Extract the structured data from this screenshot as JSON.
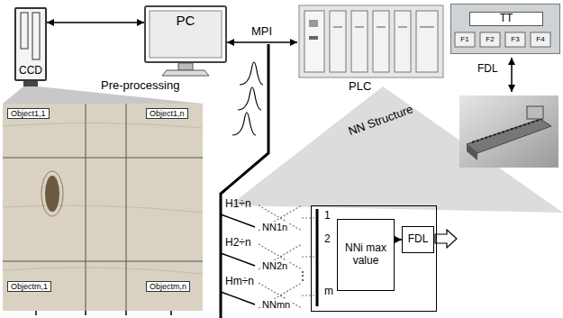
{
  "diagram": {
    "nodes": [
      {
        "text": [
          "CCD"
        ]
      },
      {
        "text": [
          "PC",
          "Pre-processing"
        ]
      },
      {
        "text": [
          "PLC"
        ]
      },
      {
        "text": [
          "TT"
        ]
      },
      {
        "text": [
          "1",
          "2",
          "m"
        ]
      },
      {
        "text": [
          "NNi max value"
        ],
        "in": 4
      },
      {
        "text": [
          "FDL"
        ],
        "in": 4
      }
    ],
    "edges": [
      {
        "from": 0,
        "to": 1,
        "arrow": "both"
      },
      {
        "from": 1,
        "to": 2,
        "label": "MPI",
        "arrow": "both"
      },
      {
        "from": 5,
        "to": 6,
        "arrow": "to"
      }
    ],
    "labels": [
      "Object1,1",
      "Object1,n",
      "Objectm,1",
      "Objectm,n",
      "F1",
      "F2",
      "F3",
      "F4",
      "FDL",
      "NN Structure",
      "H1÷n",
      "H2÷n",
      "Hm÷n",
      "NN1n",
      "NN2n",
      "⋮",
      "NNmn"
    ]
  }
}
